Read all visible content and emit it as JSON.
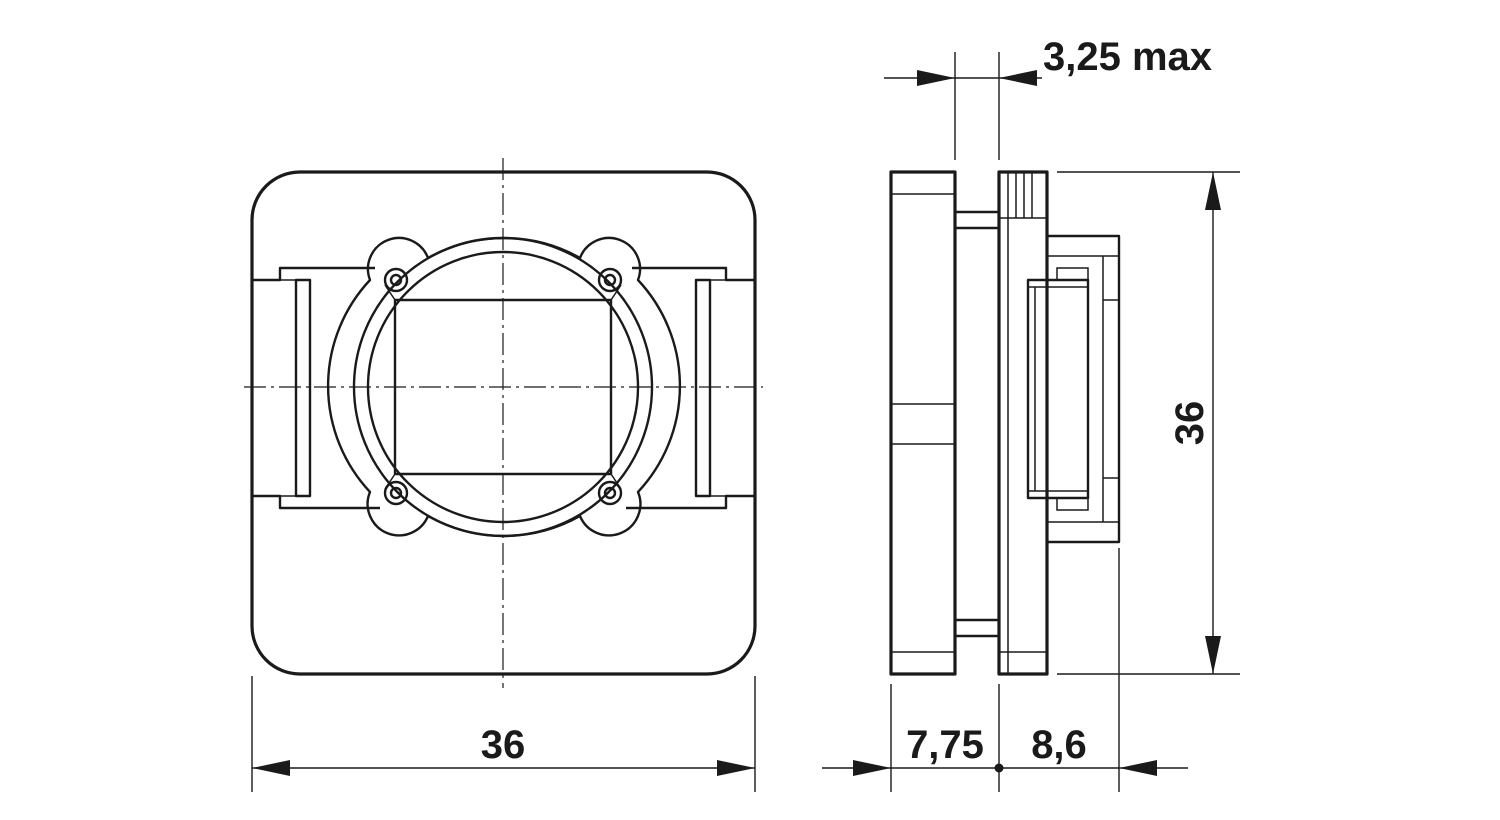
{
  "dimensions": {
    "front_width": "36",
    "side_height": "36",
    "panel_thickness": "7,75",
    "rear_depth": "8,6",
    "gap_max": "3,25 max"
  },
  "colors": {
    "line": "#1a1a1a",
    "background": "#ffffff"
  }
}
